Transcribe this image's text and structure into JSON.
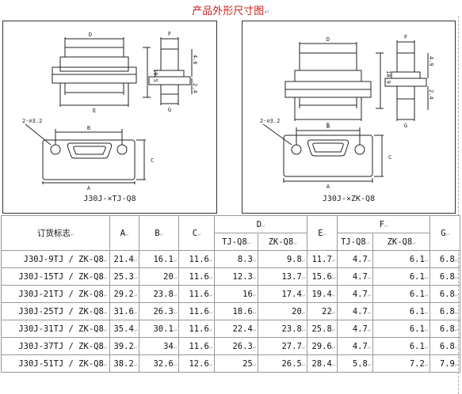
{
  "title": "产品外形尺寸图",
  "return_mark": "↵",
  "drawing_left": {
    "caption": "J30J-×TJ-Q8",
    "labels": {
      "D": "D",
      "E": "E",
      "F": "F",
      "G": "G",
      "h1": "10.5",
      "h2": "4.6",
      "h3": "2.4",
      "B": "B",
      "C": "C",
      "A": "A",
      "hole": "2-∅3.2"
    }
  },
  "drawing_right": {
    "caption": "J30J-×ZK-Q8",
    "labels": {
      "D": "D",
      "E": "E",
      "F": "F",
      "G": "G",
      "h1": "10.9",
      "h2": "4.9",
      "h3": "2.4",
      "B": "B",
      "C": "C",
      "A": "A",
      "hole": "2-∅3.2"
    }
  },
  "table": {
    "headers": {
      "model": "订货标志",
      "A": "A",
      "B": "B",
      "C": "C",
      "D": "D",
      "D_sub1": "TJ-Q8",
      "D_sub2": "ZK-Q8",
      "E": "E",
      "F": "F",
      "F_sub1": "TJ-Q8",
      "F_sub2": "ZK-Q8",
      "G": "G"
    },
    "rows": [
      {
        "model": "J30J-9TJ / ZK-Q8",
        "A": "21.4",
        "B": "16.1",
        "C": "11.6",
        "D1": "8.3",
        "D2": "9.8",
        "E": "11.7",
        "F1": "4.7",
        "F2": "6.1",
        "G": "6.8"
      },
      {
        "model": "J30J-15TJ / ZK-Q8",
        "A": "25.3",
        "B": "20",
        "C": "11.6",
        "D1": "12.3",
        "D2": "13.7",
        "E": "15.6",
        "F1": "4.7",
        "F2": "6.1",
        "G": "6.8"
      },
      {
        "model": "J30J-21TJ / ZK-Q8",
        "A": "29.2",
        "B": "23.8",
        "C": "11.6",
        "D1": "16",
        "D2": "17.4",
        "E": "19.4",
        "F1": "4.7",
        "F2": "6.1",
        "G": "6.8"
      },
      {
        "model": "J30J-25TJ / ZK-Q8",
        "A": "31.6",
        "B": "26.3",
        "C": "11.6",
        "D1": "18.6",
        "D2": "20",
        "E": "22",
        "F1": "4.7",
        "F2": "6.1",
        "G": "6.8"
      },
      {
        "model": "J30J-31TJ / ZK-Q8",
        "A": "35.4",
        "B": "30.1",
        "C": "11.6",
        "D1": "22.4",
        "D2": "23.8",
        "E": "25.8",
        "F1": "4.7",
        "F2": "6.1",
        "G": "6.8"
      },
      {
        "model": "J30J-37TJ / ZK-Q8",
        "A": "39.2",
        "B": "34",
        "C": "11.6",
        "D1": "26.3",
        "D2": "27.7",
        "E": "29.6",
        "F1": "4.7",
        "F2": "6.1",
        "G": "6.8"
      },
      {
        "model": "J30J-51TJ / ZK-Q8",
        "A": "38.2",
        "B": "32.6",
        "C": "12.6",
        "D1": "25",
        "D2": "26.5",
        "E": "28.4",
        "F1": "5.8",
        "F2": "7.2",
        "G": "7.9"
      }
    ]
  }
}
